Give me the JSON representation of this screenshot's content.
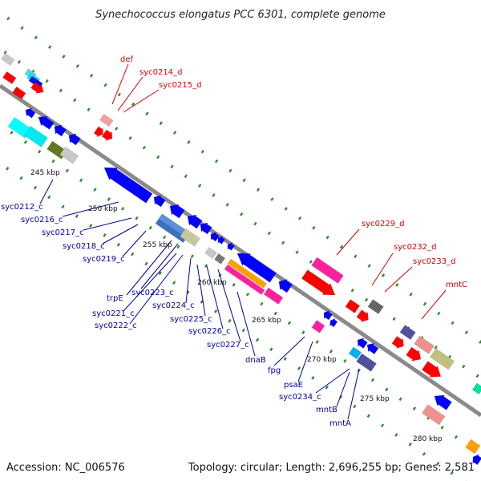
{
  "title": "Synechococcus elongatus PCC 6301, complete genome",
  "footer": {
    "accession": "Accession: NC_006576",
    "stats": "Topology: circular; Length: 2,696,255 bp; Genes: 2,581"
  },
  "colors": {
    "backbone": "#8a8a8a",
    "forward_gene": "#ff0000",
    "reverse_gene": "#0000ff",
    "label_forward": "#d40000",
    "label_reverse": "#000099",
    "dots": "#2e8b2e"
  },
  "scale_labels": [
    "245 kbp",
    "250 kbp",
    "255 kbp",
    "260 kbp",
    "265 kbp",
    "270 kbp",
    "275 kbp",
    "280 kbp"
  ],
  "forward_labels": [
    "def",
    "syc0214_d",
    "syc0215_d",
    "syc0229_d",
    "syc0232_d",
    "syc0233_d",
    "mntC"
  ],
  "reverse_labels": [
    "syc0212_c",
    "syc0216_c",
    "syc0217_c",
    "syc0218_c",
    "syc0219_c",
    "trpE",
    "syc0223_c",
    "syc0221_c",
    "syc0222_c",
    "syc0224_c",
    "syc0225_c",
    "syc0226_c",
    "syc0227_c",
    "dnaB",
    "fpg",
    "psaE",
    "syc0234_c",
    "mntB",
    "mntA"
  ]
}
